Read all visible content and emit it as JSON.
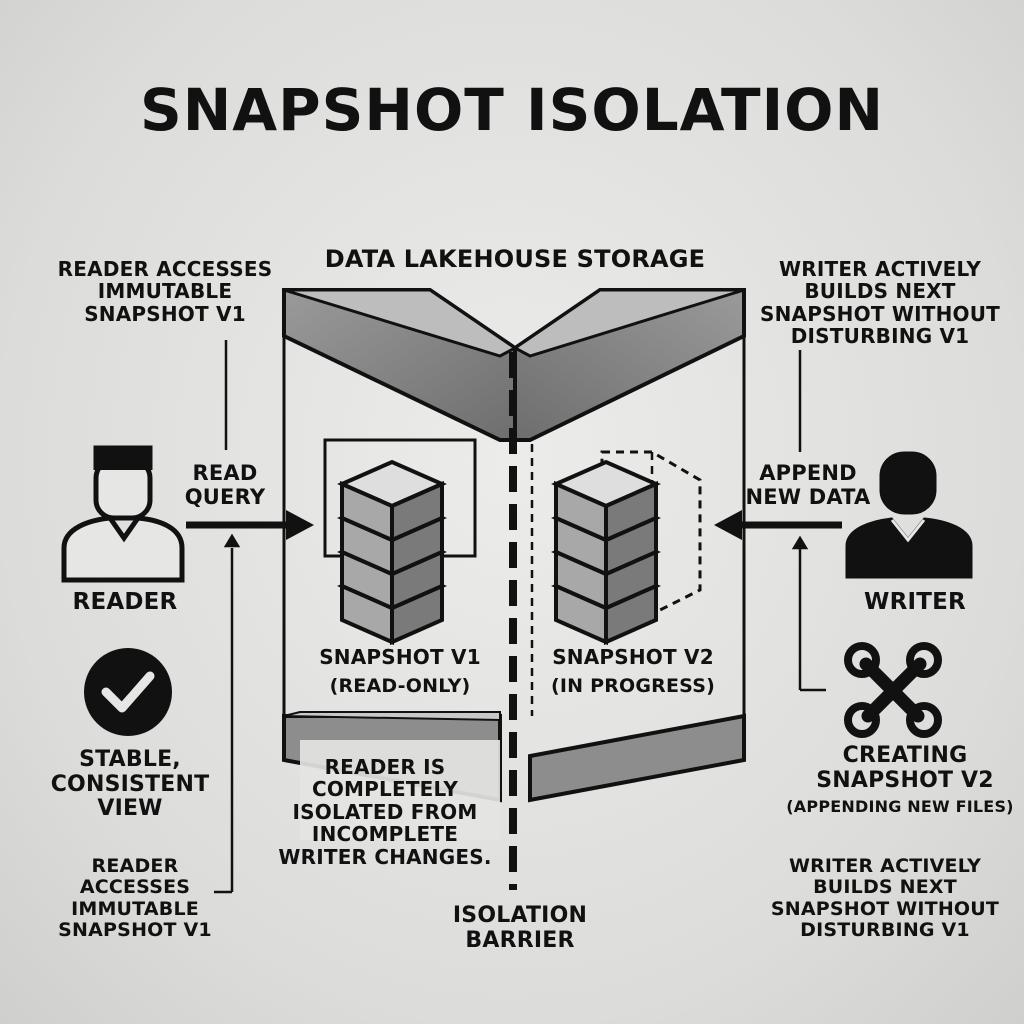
{
  "title": "SNAPSHOT ISOLATION",
  "storage_label": "DATA LAKEHOUSE STORAGE",
  "reader": {
    "label": "READER",
    "note_top": "READER ACCESSES IMMUTABLE SNAPSHOT V1",
    "action": "READ QUERY",
    "status": "STABLE, CONSISTENT VIEW",
    "note_bottom": "READER ACCESSES IMMUTABLE SNAPSHOT V1",
    "check_icon": "check-circle-icon",
    "person_icon": "person-outline-icon"
  },
  "writer": {
    "label": "WRITER",
    "note_top": "WRITER ACTIVELY BUILDS NEXT SNAPSHOT WITHOUT DISTURBING V1",
    "action": "APPEND NEW DATA",
    "status": "CREATING SNAPSHOT V2",
    "status_detail": "(APPENDING NEW FILES)",
    "note_bottom": "WRITER ACTIVELY BUILDS NEXT SNAPSHOT WITHOUT DISTURBING V1",
    "tools_icon": "wrench-icon",
    "person_icon": "person-filled-icon"
  },
  "snapshot_v1": {
    "label": "SNAPSHOT V1",
    "state": "(READ-ONLY)",
    "icon": "database-stack-icon"
  },
  "snapshot_v2": {
    "label": "SNAPSHOT V2",
    "state": "(IN PROGRESS)",
    "icon": "database-stack-dashed-icon"
  },
  "isolation_note": "READER IS COMPLETELY ISOLATED FROM INCOMPLETE WRITER CHANGES.",
  "barrier_label": "ISOLATION BARRIER",
  "colors": {
    "ink": "#111111",
    "wall_dark": "#8a8a8a",
    "wall_light": "#c4c4c4",
    "block_face": "#9b9b9b",
    "block_top": "#dcdcdc"
  }
}
